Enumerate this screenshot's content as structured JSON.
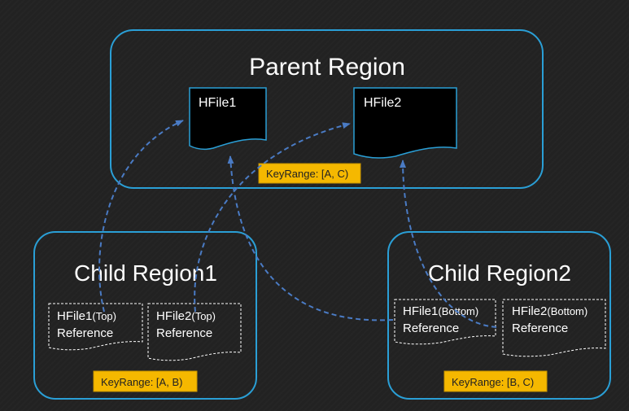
{
  "parent": {
    "title": "Parent Region",
    "hfile1": "HFile1",
    "hfile2": "HFile2",
    "keyrange": "KeyRange:  [A, C)"
  },
  "child1": {
    "title": "Child Region1",
    "ref1_name": "HFile1",
    "ref1_part": "(Top)",
    "ref2_name": "HFile2",
    "ref2_part": "(Top)",
    "ref_word": "Reference",
    "keyrange": "KeyRange:  [A, B)"
  },
  "child2": {
    "title": "Child Region2",
    "ref1_name": "HFile1",
    "ref1_part": "(Bottom)",
    "ref2_name": "HFile2",
    "ref2_part": "(Bottom)",
    "ref_word": "Reference",
    "keyrange": "KeyRange:  [B, C)"
  },
  "colors": {
    "region_border": "#2a9fd6",
    "arrow": "#4a7bc4",
    "keyrange_fill": "#f5b800",
    "keyrange_border": "#c89400"
  }
}
